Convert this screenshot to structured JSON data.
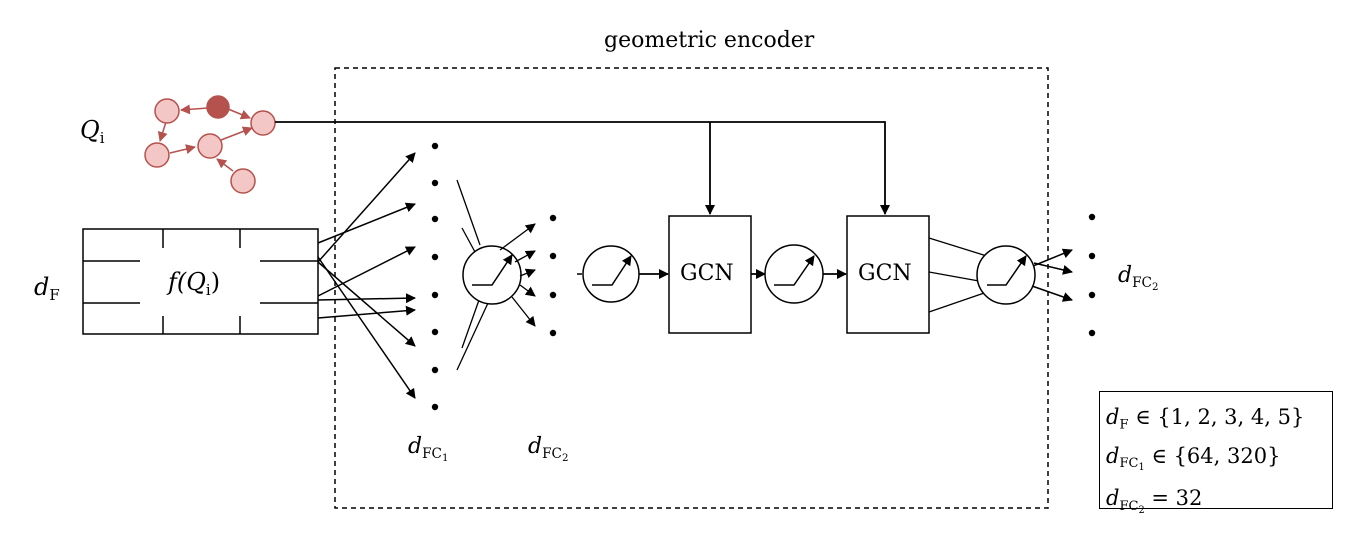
{
  "title": "geometric encoder",
  "graph": {
    "label_base": "Q",
    "label_sub": "i",
    "color_fill": "#f4c7c7",
    "color_stroke": "#b5524d",
    "color_filled_node": "#b5524d"
  },
  "input": {
    "dim_base": "d",
    "dim_sub": "F",
    "function_label": "f(Q",
    "function_sub": "i",
    "function_close": ")"
  },
  "layers": {
    "fc1_base": "d",
    "fc1_sub": "FC",
    "fc1_subsub": "1",
    "fc2_base": "d",
    "fc2_sub": "FC",
    "fc2_subsub": "2",
    "gcn1": "GCN",
    "gcn2": "GCN"
  },
  "legend": {
    "line1_base": "d",
    "line1_sub": "F",
    "line1_rest": " ∈ {1, 2, 3, 4, 5}",
    "line2_base": "d",
    "line2_sub": "FC",
    "line2_subsub": "1",
    "line2_rest": " ∈ {64, 320}",
    "line3_base": "d",
    "line3_sub": "FC",
    "line3_subsub": "2",
    "line3_rest": " = 32"
  }
}
